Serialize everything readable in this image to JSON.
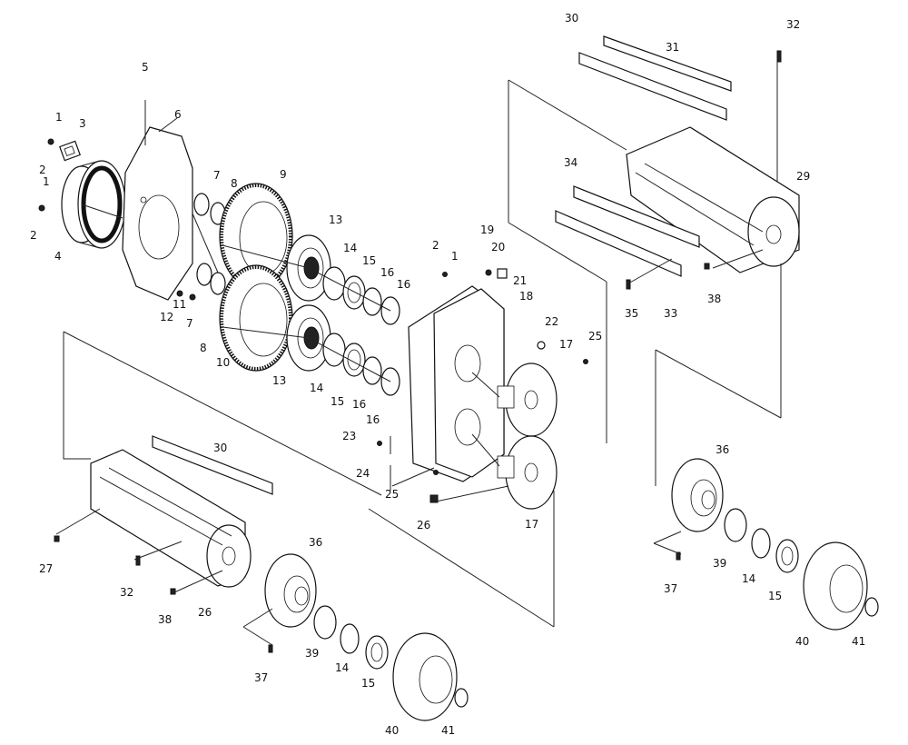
{
  "labels": {
    "p1a": "1",
    "p1b": "1",
    "p1c": "1",
    "p2a": "2",
    "p2b": "2",
    "p2c": "2",
    "p3": "3",
    "p4": "4",
    "p5": "5",
    "p6": "6",
    "p7a": "7",
    "p7b": "7",
    "p8a": "8",
    "p8b": "8",
    "p9": "9",
    "p10": "10",
    "p11": "11",
    "p12": "12",
    "p13a": "13",
    "p13b": "13",
    "p14a": "14",
    "p14b": "14",
    "p14c": "14",
    "p14d": "14",
    "p15a": "15",
    "p15b": "15",
    "p15c": "15",
    "p15d": "15",
    "p16a": "16",
    "p16b": "16",
    "p16c": "16",
    "p16d": "16",
    "p17a": "17",
    "p17b": "17",
    "p18": "18",
    "p19": "19",
    "p20": "20",
    "p21": "21",
    "p22": "22",
    "p23": "23",
    "p24": "24",
    "p25a": "25",
    "p25b": "25",
    "p26a": "26",
    "p26b": "26",
    "p27": "27",
    "p29": "29",
    "p30a": "30",
    "p30b": "30",
    "p31": "31",
    "p32a": "32",
    "p32b": "32",
    "p33": "33",
    "p34": "34",
    "p35": "35",
    "p36a": "36",
    "p36b": "36",
    "p37a": "37",
    "p37b": "37",
    "p38a": "38",
    "p38b": "38",
    "p39a": "39",
    "p39b": "39",
    "p40a": "40",
    "p40b": "40",
    "p41a": "41",
    "p41b": "41"
  }
}
